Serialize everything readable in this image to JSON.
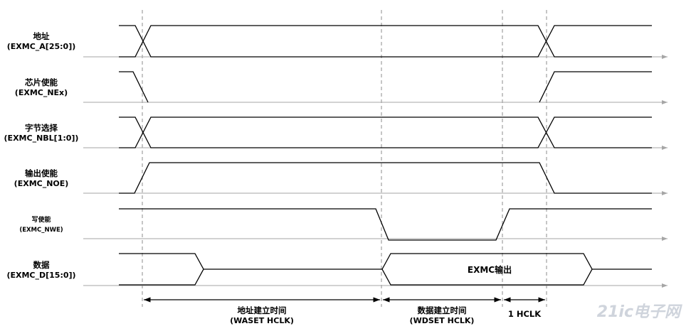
{
  "signals": [
    {
      "label": "地址",
      "sublabel": "(EXMC_A[25:0])",
      "type": "bus"
    },
    {
      "label": "芯片使能",
      "sublabel": "(EXMC_NEx)",
      "type": "low-active"
    },
    {
      "label": "字节选择",
      "sublabel": "(EXMC_NBL[1:0])",
      "type": "bus"
    },
    {
      "label": "输出使能",
      "sublabel": "(EXMC_NOE)",
      "type": "high-pulse"
    },
    {
      "label": "写使能",
      "sublabel": "(EXMC_NWE)",
      "type": "low-pulse"
    },
    {
      "label": "数据",
      "sublabel": "(EXMC_D[15:0])",
      "type": "data",
      "inner_label": "EXMC输出"
    }
  ],
  "intervals": [
    {
      "title": "地址建立时间",
      "subtitle": "(WASET HCLK)"
    },
    {
      "title": "数据建立时间",
      "subtitle": "(WDSET HCLK)"
    },
    {
      "title": "1 HCLK",
      "subtitle": ""
    }
  ],
  "watermark": "21ic电子网",
  "colors": {
    "line": "#000000",
    "axis": "#a6a6a6",
    "guide": "#8c8c8c"
  }
}
